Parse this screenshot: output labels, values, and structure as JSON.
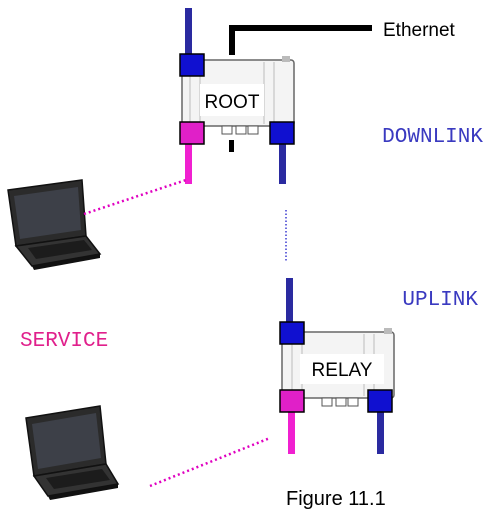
{
  "labels": {
    "ethernet": "Ethernet",
    "root": "ROOT",
    "downlink": "DOWNLINK",
    "uplink": "UPLINK",
    "service": "SERVICE",
    "relay": "RELAY",
    "caption": "Figure 11.1"
  },
  "colors": {
    "uplink_port": "#1010d0",
    "service_port": "#e020c8",
    "downlink_port": "#1010d0",
    "mono_label": "#3a3ac0",
    "service_label": "#e0208c",
    "dotted_link": "#e000c0",
    "dotted_vertical": "#3a3ad0",
    "cable": "#000000"
  },
  "icons": {
    "device": "radio-node-icon",
    "laptop": "laptop-icon"
  }
}
